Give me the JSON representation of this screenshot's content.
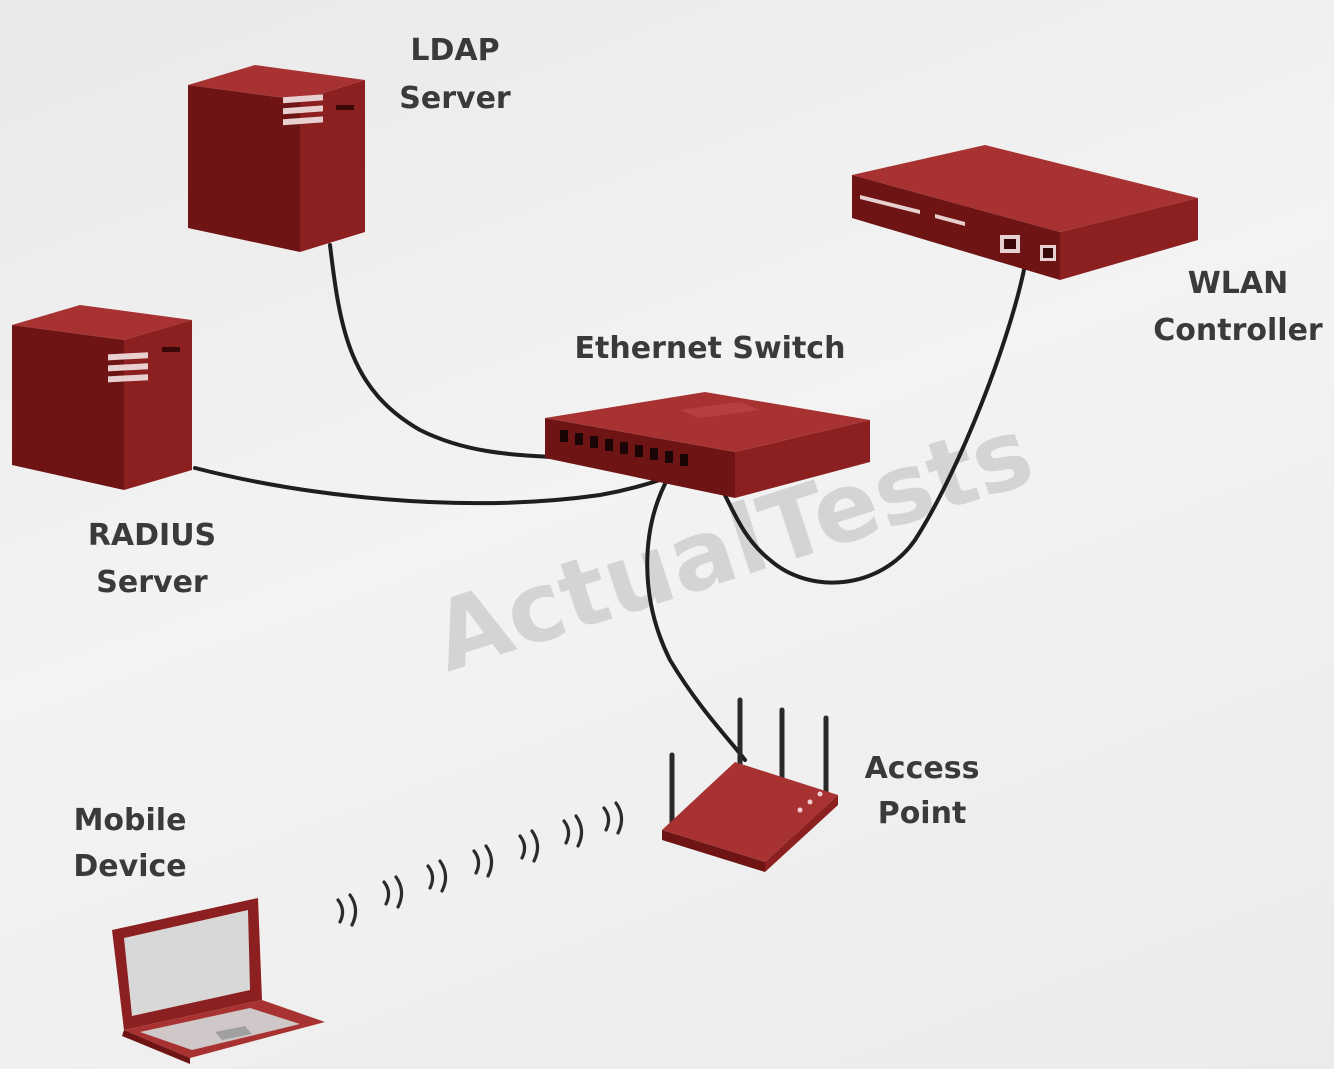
{
  "labels": {
    "ldap": [
      "LDAP",
      "Server"
    ],
    "radius": [
      "RADIUS",
      "Server"
    ],
    "switch": "Ethernet Switch",
    "wlan": [
      "WLAN",
      "Controller"
    ],
    "ap": [
      "Access",
      "Point"
    ],
    "mobile": [
      "Mobile",
      "Device"
    ]
  },
  "watermark": "ActualTests",
  "colors": {
    "device_dark": "#6e1414",
    "device_mid": "#8c1f1f",
    "device_light": "#a83232",
    "cable": "#1e1e1e",
    "label": "#3a3a3a",
    "screen": "#d8d8d8"
  },
  "icons": {
    "ldap": "server-tower-icon",
    "radius": "server-tower-icon",
    "switch": "ethernet-switch-icon",
    "wlan": "rack-controller-icon",
    "ap": "wireless-access-point-icon",
    "mobile": "laptop-icon",
    "signal": "wifi-signal-waves"
  }
}
